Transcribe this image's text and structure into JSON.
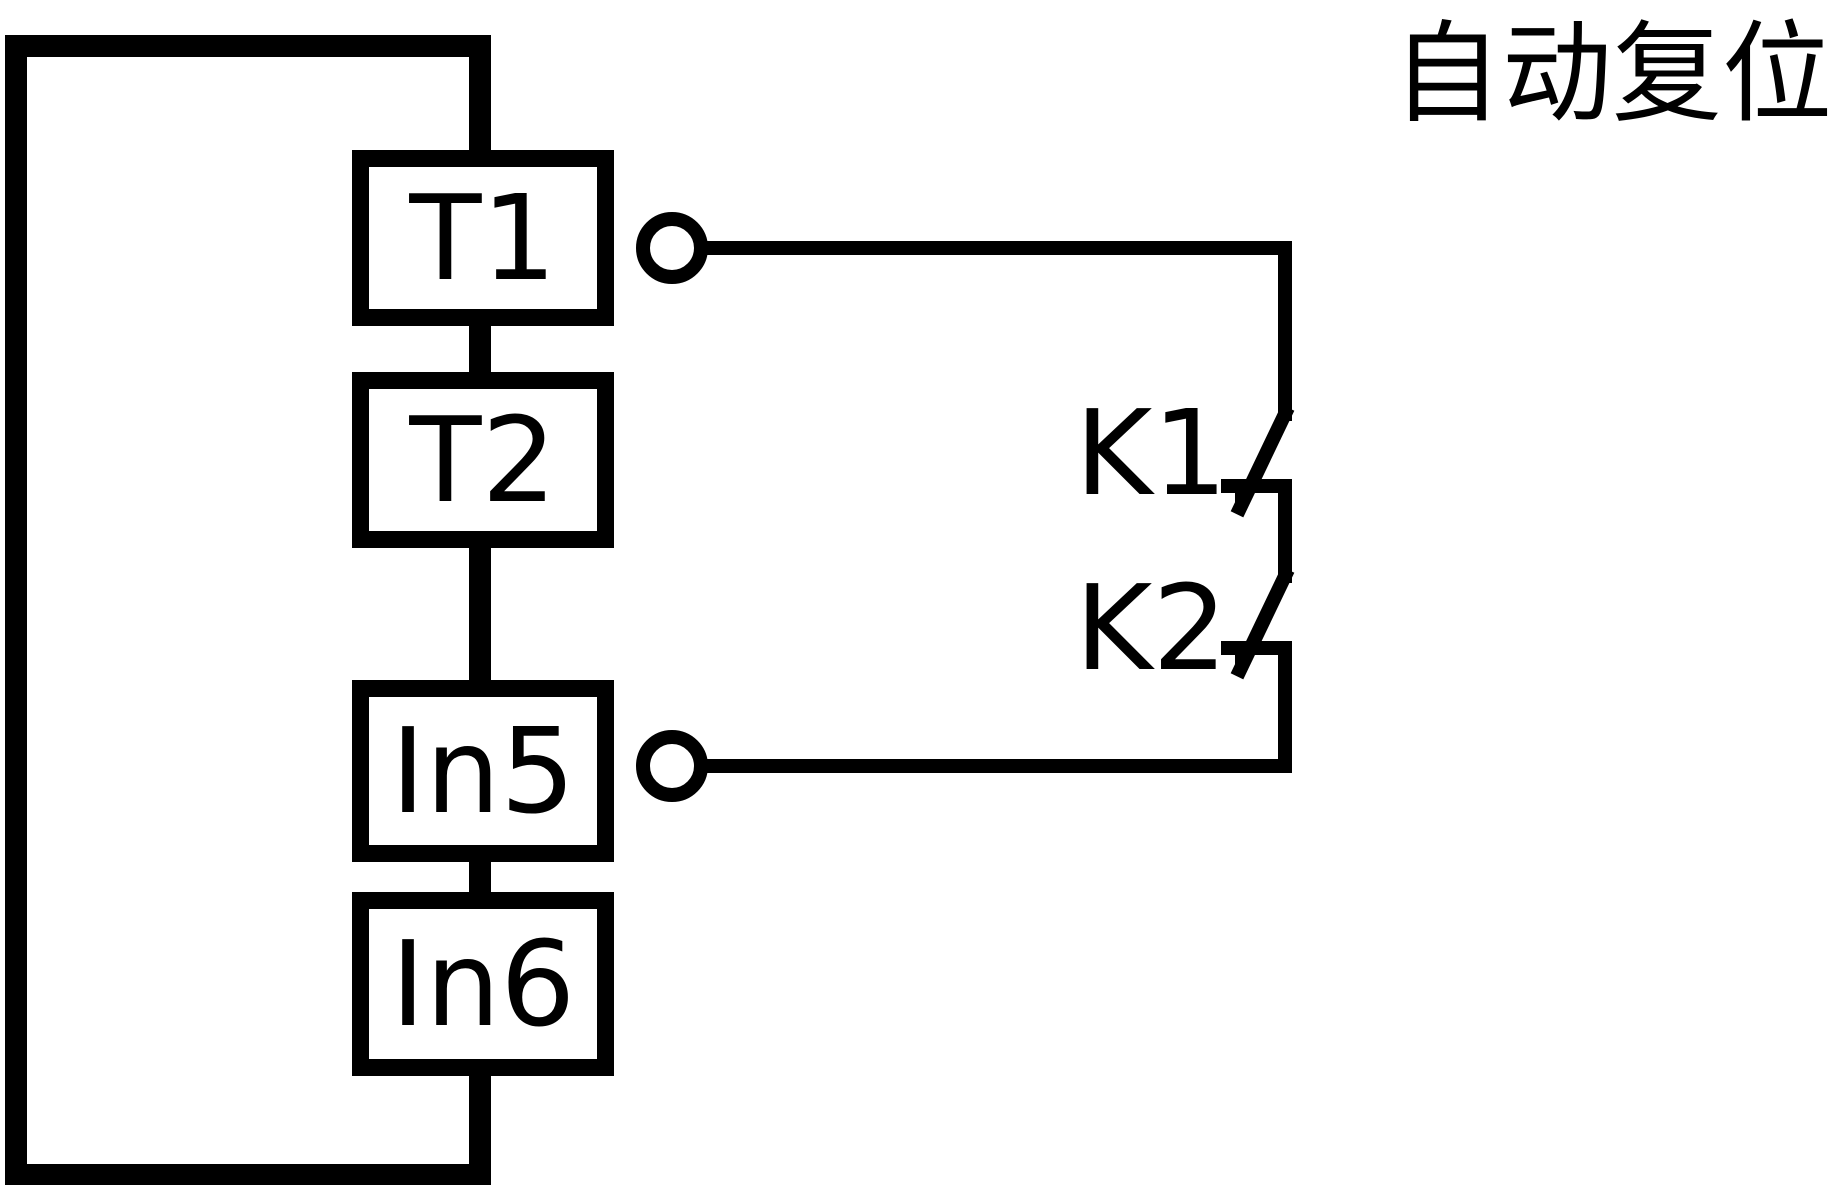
{
  "title": "自动复位",
  "terminals": {
    "t1": "T1",
    "t2": "T2",
    "in5": "In5",
    "in6": "In6"
  },
  "switches": {
    "k1": "K1",
    "k2": "K2"
  },
  "colors": {
    "line": "#000000",
    "background": "#ffffff"
  }
}
